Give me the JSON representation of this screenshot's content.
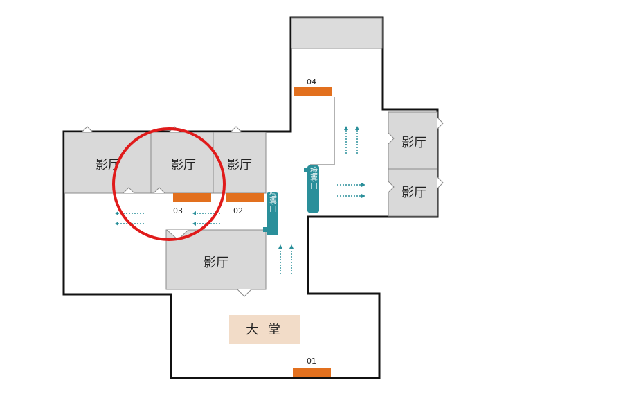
{
  "map": {
    "hall_label": "影厅",
    "lobby_label": "大 堂",
    "gate_label": "检票口",
    "doors": [
      "01",
      "02",
      "03",
      "04"
    ],
    "highlight": "circle around door 03"
  },
  "colors": {
    "wall": "#111111",
    "room_fill": "#d9d9d9",
    "room_stroke": "#8a8a8a",
    "door_bar": "#e2701e",
    "gate_fill": "#2a8f9a",
    "arrow": "#2a8f9a",
    "lobby_fill": "#f2dcc8",
    "highlight_circle": "#e01b1b",
    "header_block": "#dcdcdc"
  }
}
